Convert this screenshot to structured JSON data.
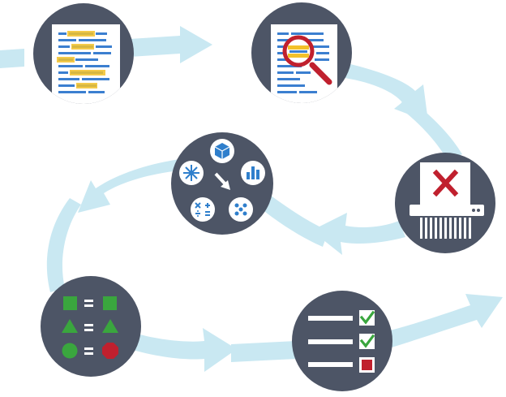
{
  "diagram": {
    "type": "process-flow",
    "colors": {
      "arrow": "#c9e8f2",
      "node_bg": "#4d5566",
      "paper": "#ffffff",
      "text_line": "#3b7fd0",
      "highlight": "#f3c12a",
      "magnifier": "#c0202e",
      "check": "#3aa63e",
      "reject": "#c0202e",
      "shape_green": "#3aa63e",
      "shape_red": "#c0202e",
      "icon_blue": "#2f7fcc"
    },
    "steps": [
      {
        "id": "document",
        "icon": "document-with-highlights-icon"
      },
      {
        "id": "search",
        "icon": "magnifier-on-document-icon"
      },
      {
        "id": "shred",
        "icon": "shredder-reject-icon"
      },
      {
        "id": "analyze",
        "icon": "analysis-tools-icon"
      },
      {
        "id": "compare",
        "icon": "shape-equality-icon"
      },
      {
        "id": "checklist",
        "icon": "checklist-icon"
      }
    ]
  }
}
